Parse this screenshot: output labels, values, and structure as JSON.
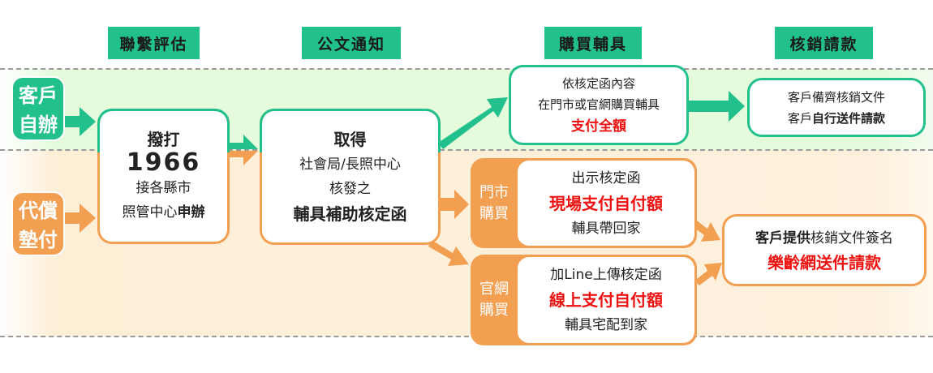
{
  "headers": [
    "聯繫評估",
    "公文通知",
    "購買輔具",
    "核銷請款"
  ],
  "lanes": {
    "self": {
      "line1": "客戶",
      "line2": "自辦"
    },
    "proxy": {
      "line1": "代償",
      "line2": "墊付"
    }
  },
  "step1": {
    "l1": "撥打",
    "l2": "1966",
    "l3": "接各縣市",
    "l4a": "照管中心",
    "l4b": "申辦"
  },
  "step2": {
    "l1": "取得",
    "l2": "社會局/長照中心",
    "l3": "核發之",
    "l4": "輔具補助核定函"
  },
  "self_buy": {
    "l1": "依核定函內容",
    "l2": "在門市或官網購買輔具",
    "l3": "支付全額"
  },
  "self_claim": {
    "l1": "客戶備齊核銷文件",
    "l2a": "客戶",
    "l2b": "自行送件請款"
  },
  "store": {
    "side1": "門市",
    "side2": "購買",
    "l1": "出示核定函",
    "l2": "現場支付自付額",
    "l3": "輔具帶回家"
  },
  "online": {
    "side1": "官網",
    "side2": "購買",
    "l1": "加Line上傳核定函",
    "l2": "線上支付自付額",
    "l3": "輔具宅配到家"
  },
  "proxy_claim": {
    "l1a": "客戶",
    "l1b": "提供",
    "l1c": "核銷文件簽名",
    "l2": "樂齡網送件請款"
  },
  "colors": {
    "green": "#22c08c",
    "orange": "#f29f52",
    "red": "#ee1111"
  }
}
